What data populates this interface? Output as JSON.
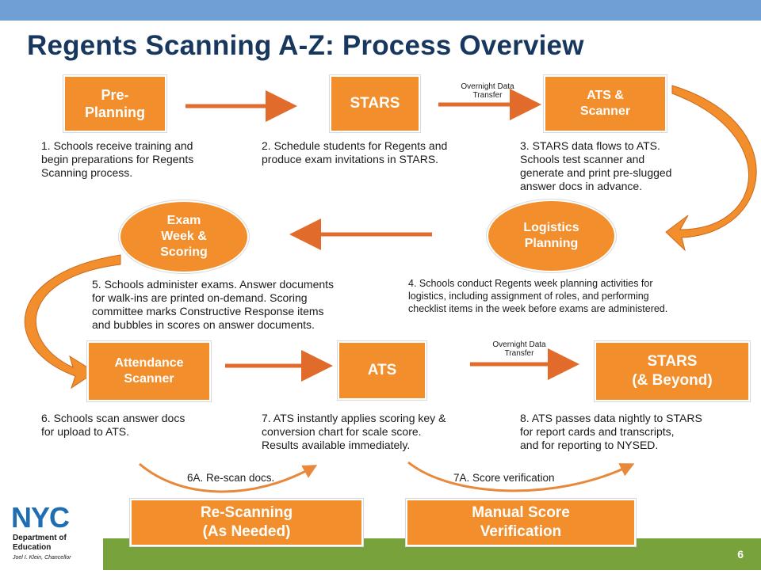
{
  "title": "Regents Scanning A-Z: Process Overview",
  "steps": {
    "pre_planning": "Pre-\nPlanning",
    "stars": "STARS",
    "ats_scanner": "ATS &\nScanner",
    "logistics": "Logistics\nPlanning",
    "exam_week": "Exam\nWeek &\nScoring",
    "attendance": "Attendance\nScanner",
    "ats": "ATS",
    "stars_beyond": "STARS\n(& Beyond)",
    "rescanning": "Re-Scanning\n(As Needed)",
    "manual": "Manual Score\nVerification"
  },
  "descriptions": {
    "d1": "1.  Schools receive training and\n     begin preparations for Regents\n     Scanning process.",
    "d2": "2.   Schedule students for Regents and\n      produce exam invitations in STARS.",
    "d3": "3.  STARS data flows to ATS.\n     Schools test scanner and\n     generate and print pre-slugged\n     answer docs in advance.",
    "d4": "4.   Schools conduct Regents week planning activities for\n       logistics, including assignment of roles, and performing\n       checklist items in the week before exams are administered.",
    "d5": "5.   Schools administer exams. Answer documents\n       for walk-ins are printed on-demand. Scoring\n       committee marks Constructive Response items\n       and bubbles in scores on answer documents.",
    "d6": "6.  Schools scan answer docs\n     for upload to ATS.",
    "d7": "7.  ATS instantly applies scoring key &\n     conversion chart for scale score.\n     Results available immediately.",
    "d8": "8.  ATS passes data nightly to STARS\n     for report cards and transcripts,\n     and for reporting to NYSED."
  },
  "transfer_labels": {
    "top": "Overnight Data\nTransfer",
    "bottom": "Overnight Data\nTransfer"
  },
  "arc_labels": {
    "rescan": "6A.   Re-scan docs.",
    "verify": "7A. Score verification"
  },
  "logo": {
    "mark": "NYC",
    "line1": "Department of",
    "line2": "Education",
    "line3": "Joel I. Klein, Chancellor"
  },
  "slide_number": "6",
  "colors": {
    "accent": "#f28e2b",
    "title": "#17375e",
    "top_bar": "#6f9fd4",
    "footer": "#77a23c",
    "logo_blue": "#1f6eb5"
  }
}
